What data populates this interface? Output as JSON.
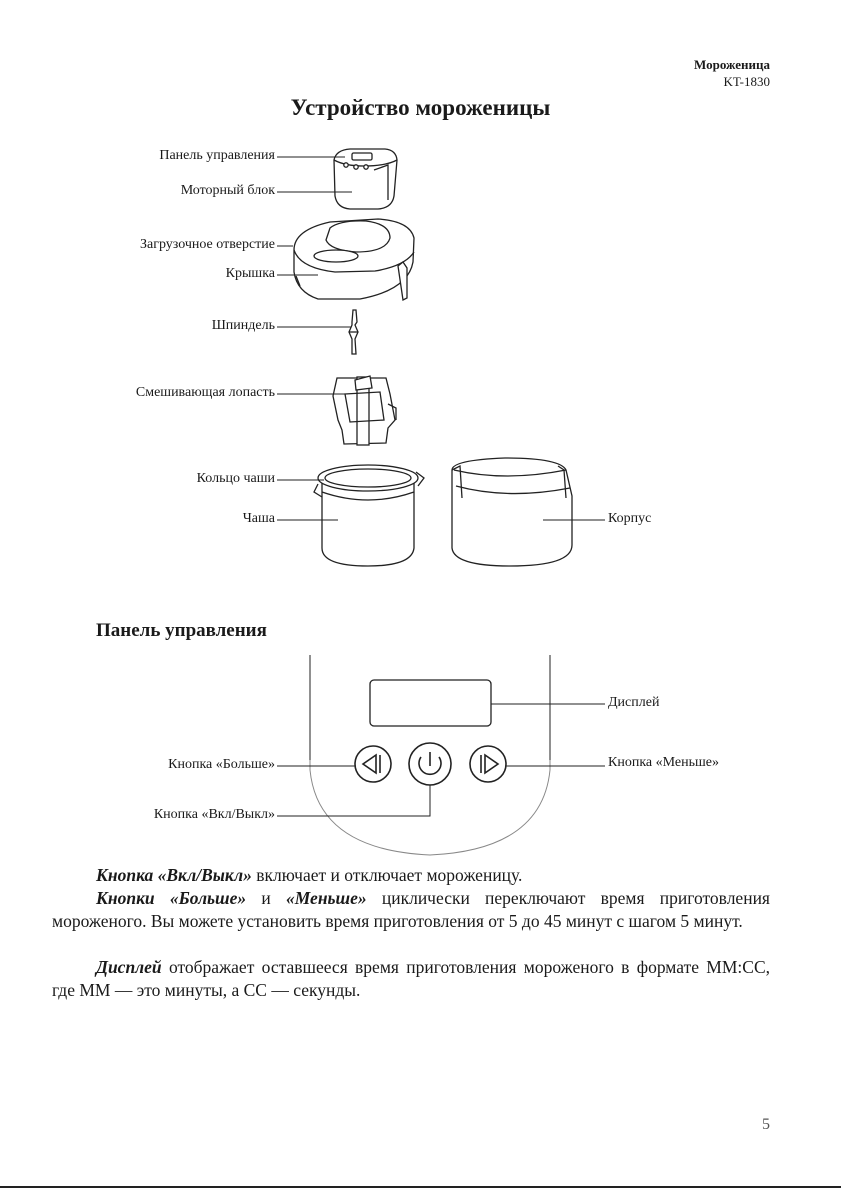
{
  "header": {
    "product": "Мороженица",
    "model": "KT-1830"
  },
  "title": "Устройство мороженицы",
  "diagram_labels": {
    "control_panel": "Панель управления",
    "motor_block": "Моторный блок",
    "loading_hole": "Загрузочное отверстие",
    "lid": "Крышка",
    "spindle": "Шпиндель",
    "paddle": "Смешивающая лопасть",
    "bowl_ring": "Кольцо чаши",
    "bowl": "Чаша",
    "housing": "Корпус"
  },
  "panel_section": {
    "title": "Панель управления",
    "labels": {
      "display": "Дисплей",
      "more_button": "Кнопка «Больше»",
      "less_button": "Кнопка «Меньше»",
      "power_button": "Кнопка «Вкл/Выкл»"
    }
  },
  "paragraphs": {
    "p1_term": "Кнопка «Вкл/Выкл»",
    "p1_text": " включает и отключает мороженицу.",
    "p2_term1": "Кнопки «Больше»",
    "p2_mid": " и ",
    "p2_term2": "«Меньше»",
    "p2_text": " циклически переключают время приготовления мороженого. Вы можете установить время приготовления от 5 до 45 минут с шагом 5 минут.",
    "p3_term": "Дисплей",
    "p3_text": " отображает оставшееся время приготовления мороженого в формате ММ:СС, где ММ — это минуты, а СС — секунды."
  },
  "page_number": "5"
}
